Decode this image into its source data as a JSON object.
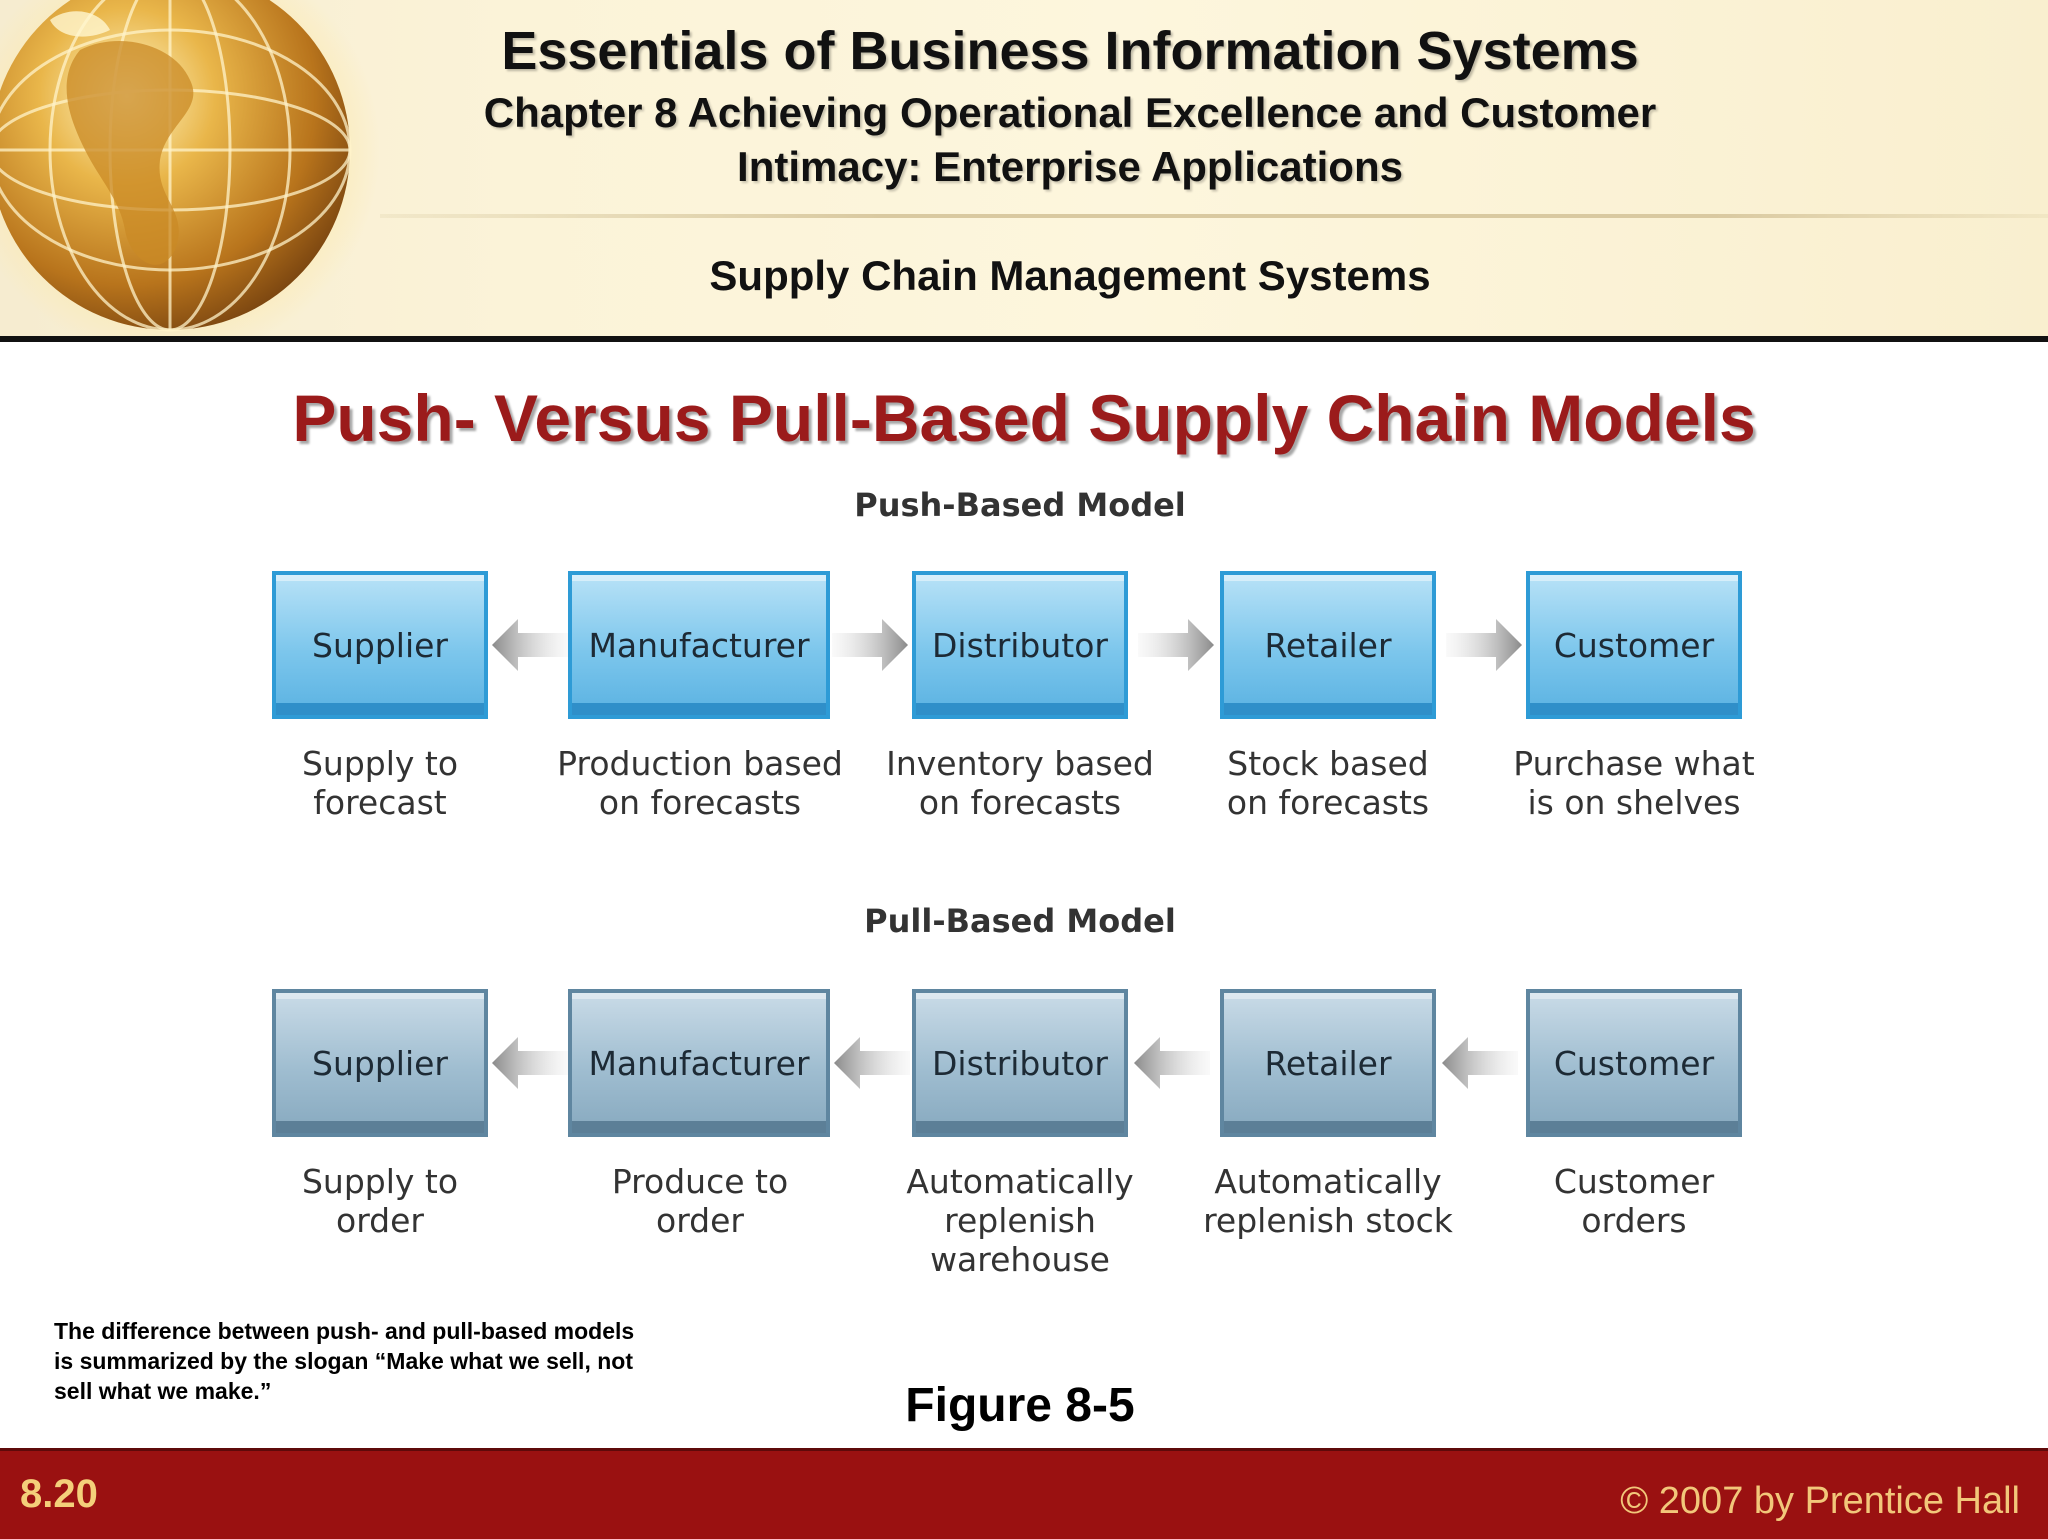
{
  "header": {
    "course_title": "Essentials of Business Information Systems",
    "chapter_title_line1": "Chapter 8 Achieving Operational Excellence and Customer",
    "chapter_title_line2": "Intimacy: Enterprise Applications",
    "section_title": "Supply Chain Management Systems"
  },
  "slide_title": "Push- Versus Pull-Based Supply Chain Models",
  "push_model": {
    "heading": "Push-Based Model",
    "color": "#5ab2e2",
    "stages": [
      {
        "label": "Supplier",
        "desc1": "Supply to",
        "desc2": "forecast",
        "desc3": ""
      },
      {
        "label": "Manufacturer",
        "desc1": "Production based",
        "desc2": "on forecasts",
        "desc3": ""
      },
      {
        "label": "Distributor",
        "desc1": "Inventory based",
        "desc2": "on forecasts",
        "desc3": ""
      },
      {
        "label": "Retailer",
        "desc1": "Stock based",
        "desc2": "on forecasts",
        "desc3": ""
      },
      {
        "label": "Customer",
        "desc1": "Purchase what",
        "desc2": "is on shelves",
        "desc3": ""
      }
    ],
    "arrows": [
      "left",
      "right",
      "right",
      "right"
    ]
  },
  "pull_model": {
    "heading": "Pull-Based Model",
    "color": "#87a9bf",
    "stages": [
      {
        "label": "Supplier",
        "desc1": "Supply to",
        "desc2": "order",
        "desc3": ""
      },
      {
        "label": "Manufacturer",
        "desc1": "Produce to",
        "desc2": "order",
        "desc3": ""
      },
      {
        "label": "Distributor",
        "desc1": "Automatically",
        "desc2": "replenish",
        "desc3": "warehouse"
      },
      {
        "label": "Retailer",
        "desc1": "Automatically",
        "desc2": "replenish stock",
        "desc3": ""
      },
      {
        "label": "Customer",
        "desc1": "Customer",
        "desc2": "orders",
        "desc3": ""
      }
    ],
    "arrows": [
      "left",
      "left",
      "left",
      "left"
    ]
  },
  "note": "The difference between push- and pull-based models is summarized by the slogan “Make what we sell, not sell what we make.”",
  "figure_label": "Figure 8-5",
  "footer": {
    "slide_number": "8.20",
    "copyright": "© 2007 by Prentice Hall",
    "color": "#9a1111"
  }
}
